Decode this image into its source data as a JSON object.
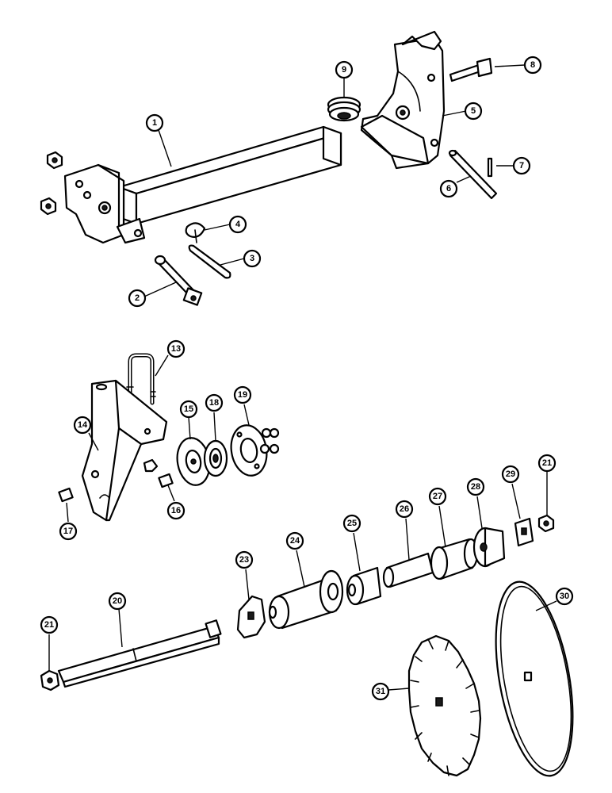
{
  "callouts": {
    "c1": "1",
    "c2": "2",
    "c3": "3",
    "c4": "4",
    "c5": "5",
    "c6": "6",
    "c7": "7",
    "c8": "8",
    "c9": "9",
    "c13": "13",
    "c14": "14",
    "c15": "15",
    "c16": "16",
    "c17": "17",
    "c18": "18",
    "c19": "19",
    "c20": "20",
    "c21a": "21",
    "c21b": "21",
    "c23": "23",
    "c24": "24",
    "c25": "25",
    "c26": "26",
    "c27": "27",
    "c28": "28",
    "c29": "29",
    "c30": "30",
    "c31": "31"
  }
}
